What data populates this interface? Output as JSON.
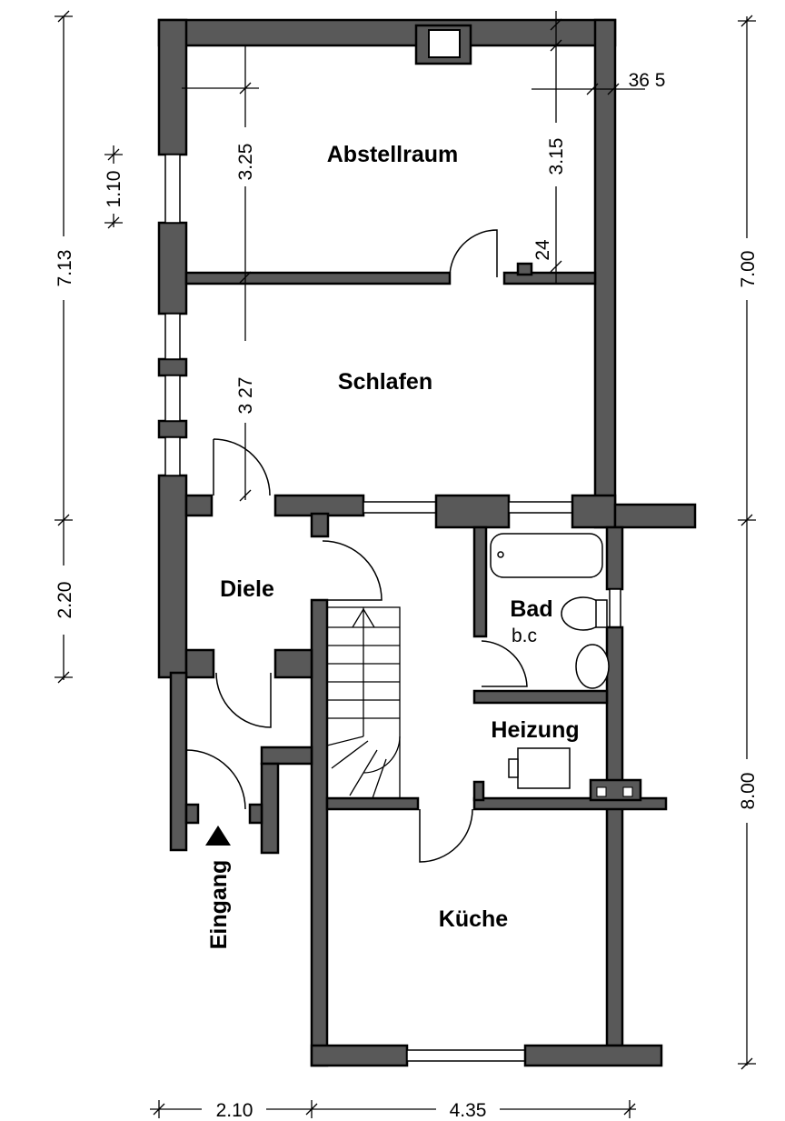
{
  "plan": {
    "rooms": {
      "abstellraum": "Abstellraum",
      "schlafen": "Schlafen",
      "diele": "Diele",
      "bad": "Bad",
      "bad_sub": "b.c",
      "heizung": "Heizung",
      "kueche": "Küche",
      "eingang": "Eingang"
    },
    "dimensions": {
      "left_upper": "7.13",
      "left_lower": "2.20",
      "right_upper": "7.00",
      "right_lower": "8.00",
      "bottom_left": "2.10",
      "bottom_right": "4.35",
      "abstell_left": "3.25",
      "abstell_right": "3.15",
      "schlafen_height": "3 27",
      "window_height": "1.10",
      "wall_thickness": "36 5",
      "inner_wall": "24"
    },
    "colors": {
      "wall": "#595959",
      "outline": "#000000"
    }
  }
}
